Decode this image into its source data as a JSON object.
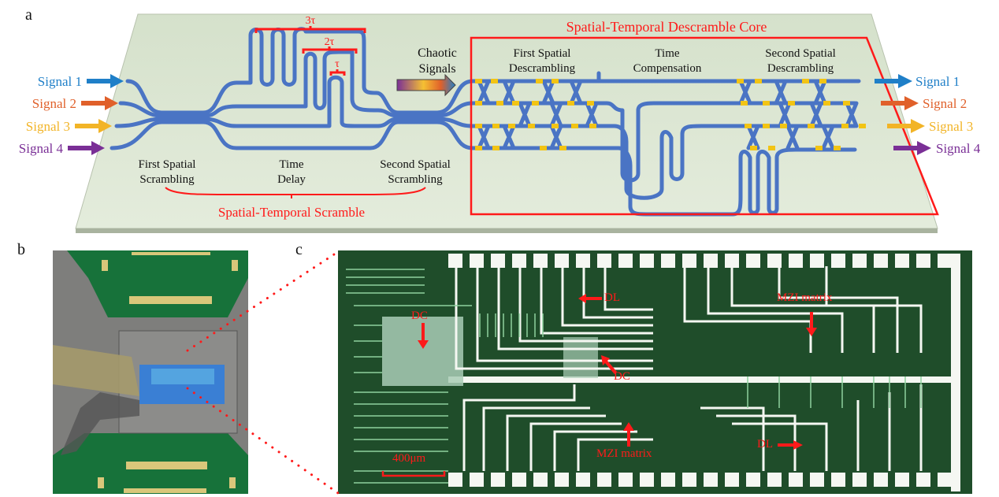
{
  "figure": {
    "panels": [
      {
        "id": "a",
        "label": "a"
      },
      {
        "id": "b",
        "label": "b"
      },
      {
        "id": "c",
        "label": "c"
      }
    ]
  },
  "panel_a": {
    "inputs": [
      {
        "label": "Signal 1",
        "color": "#1f7fc8"
      },
      {
        "label": "Signal 2",
        "color": "#e0602a"
      },
      {
        "label": "Signal 3",
        "color": "#f2b427"
      },
      {
        "label": "Signal 4",
        "color": "#7a2f96"
      }
    ],
    "outputs": [
      {
        "label": "Signal 1",
        "color": "#1f7fc8"
      },
      {
        "label": "Signal 2",
        "color": "#e0602a"
      },
      {
        "label": "Signal 3",
        "color": "#f2b427"
      },
      {
        "label": "Signal 4",
        "color": "#7a2f96"
      }
    ],
    "delay_labels": [
      "3τ",
      "2τ",
      "τ"
    ],
    "chaotic_signals": "Chaotic Signals",
    "chaotic_line1": "Chaotic",
    "chaotic_line2": "Signals",
    "scramble_stages": [
      {
        "line1": "First Spatial",
        "line2": "Scrambling"
      },
      {
        "line1": "Time",
        "line2": "Delay"
      },
      {
        "line1": "Second Spatial",
        "line2": "Scrambling"
      }
    ],
    "scramble_group": "Spatial-Temporal Scramble",
    "core_title": "Spatial-Temporal Descramble Core",
    "core_stages": [
      {
        "line1": "First Spatial",
        "line2": "Descrambling"
      },
      {
        "line1": "Time",
        "line2": "Compensation"
      },
      {
        "line1": "Second Spatial",
        "line2": "Descrambling"
      }
    ],
    "colors": {
      "waveguide": "#4a74c4",
      "phase_shifter": "#f2c414",
      "substrate": "#dfe8d6",
      "annotation": "#ff1a1a"
    }
  },
  "panel_c": {
    "annotations": {
      "dl_top": "DL",
      "dc_left": "DC",
      "dc_mid": "DC",
      "mzi_top": "MZI matrix",
      "mzi_bottom": "MZI matrix",
      "dl_bottom": "DL"
    },
    "scale_bar": "400μm"
  }
}
